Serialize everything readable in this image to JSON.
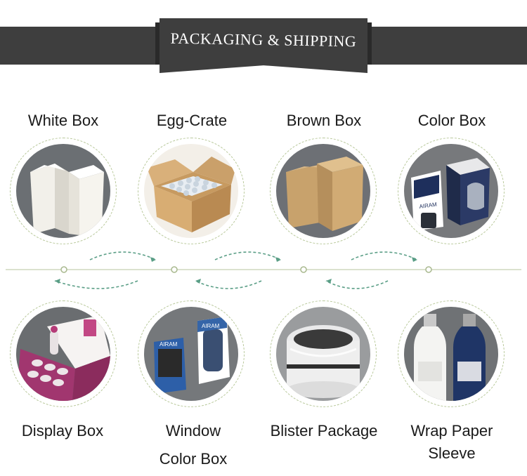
{
  "banner": {
    "title": "PACKAGING & SHIPPING"
  },
  "top_items": [
    {
      "label": "White Box"
    },
    {
      "label": "Egg-Crate"
    },
    {
      "label": "Brown Box"
    },
    {
      "label": "Color Box"
    }
  ],
  "bottom_items": [
    {
      "label": "Display Box"
    },
    {
      "label_line1": "Window",
      "label_line2": "Color Box"
    },
    {
      "label": "Blister Package"
    },
    {
      "label_line1": "Wrap Paper",
      "label_line2": "Sleeve"
    }
  ],
  "product_text": {
    "airam": "AIRAM"
  },
  "colors": {
    "banner": "#3e3e3e",
    "dashed_circle": "#b8c89a",
    "timeline": "#cfd9bf",
    "arrows": "#5a9e86"
  }
}
